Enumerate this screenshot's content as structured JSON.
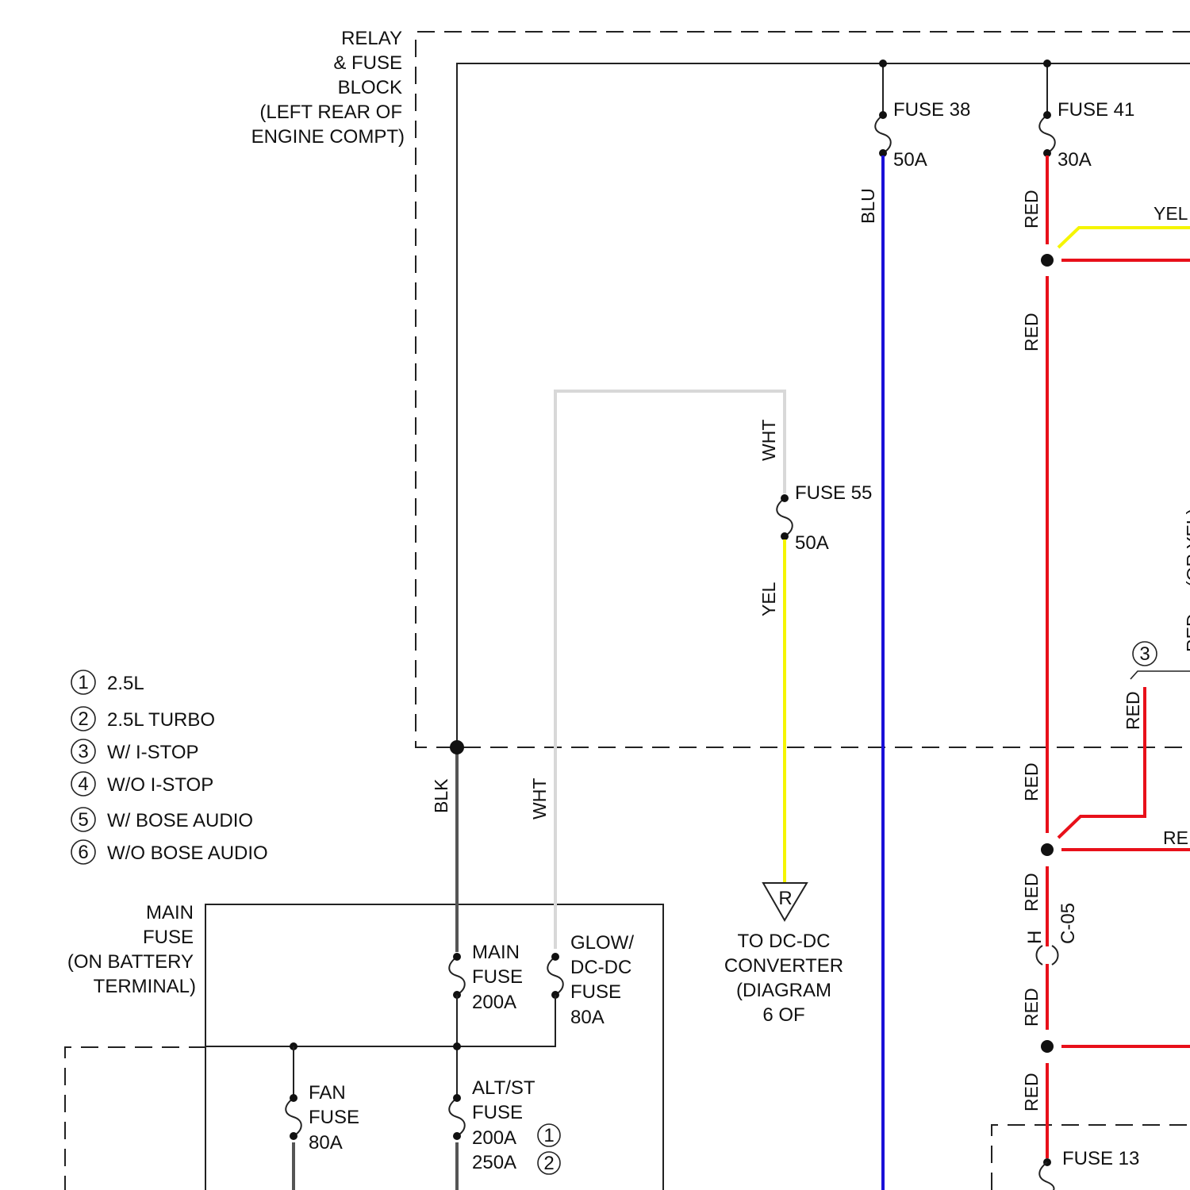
{
  "colors": {
    "blk": "#555555",
    "wht": "#d8d8d8",
    "yel": "#f5f500",
    "red": "#e8101a",
    "blu": "#1a10d8",
    "frame": "#222222"
  },
  "relay_block": {
    "label": [
      "RELAY",
      "& FUSE",
      "BLOCK",
      "(LEFT REAR OF",
      "ENGINE COMPT)"
    ]
  },
  "main_fuse_block": {
    "label": [
      "MAIN",
      "FUSE",
      "(ON BATTERY",
      "TERMINAL)"
    ]
  },
  "fuses": {
    "fuse38": {
      "name": "FUSE 38",
      "rating": "50A"
    },
    "fuse41": {
      "name": "FUSE 41",
      "rating": "30A"
    },
    "fuse55": {
      "name": "FUSE 55",
      "rating": "50A"
    },
    "main": {
      "lines": [
        "MAIN",
        "FUSE",
        "200A"
      ]
    },
    "glow": {
      "lines": [
        "GLOW/",
        "DC-DC",
        "FUSE",
        "80A"
      ]
    },
    "fan": {
      "lines": [
        "FAN",
        "FUSE",
        "80A"
      ]
    },
    "altst": {
      "lines": [
        "ALT/ST",
        "FUSE"
      ],
      "ratings": [
        "200A",
        "250A"
      ],
      "marks": [
        "1",
        "2"
      ]
    },
    "fuse13": {
      "name": "FUSE 13"
    }
  },
  "legend": [
    {
      "num": "1",
      "text": "2.5L"
    },
    {
      "num": "2",
      "text": "2.5L TURBO"
    },
    {
      "num": "3",
      "text": "W/ I-STOP"
    },
    {
      "num": "4",
      "text": "W/O I-STOP"
    },
    {
      "num": "5",
      "text": "W/ BOSE AUDIO"
    },
    {
      "num": "6",
      "text": "W/O BOSE AUDIO"
    }
  ],
  "wire_labels": {
    "blu": "BLU",
    "red": "RED",
    "wht": "WHT",
    "yel": "YEL",
    "blk": "BLK",
    "yel_cut": "YEL",
    "re_cut": "RE",
    "right_cut_1": "RED",
    "right_cut_2": "(OR YEL)"
  },
  "connector": {
    "pin": "H",
    "name": "C-05"
  },
  "note_3": "3",
  "terminal": {
    "letter": "R",
    "lines": [
      "TO DC-DC",
      "CONVERTER",
      "(DIAGRAM",
      "6 OF"
    ]
  }
}
